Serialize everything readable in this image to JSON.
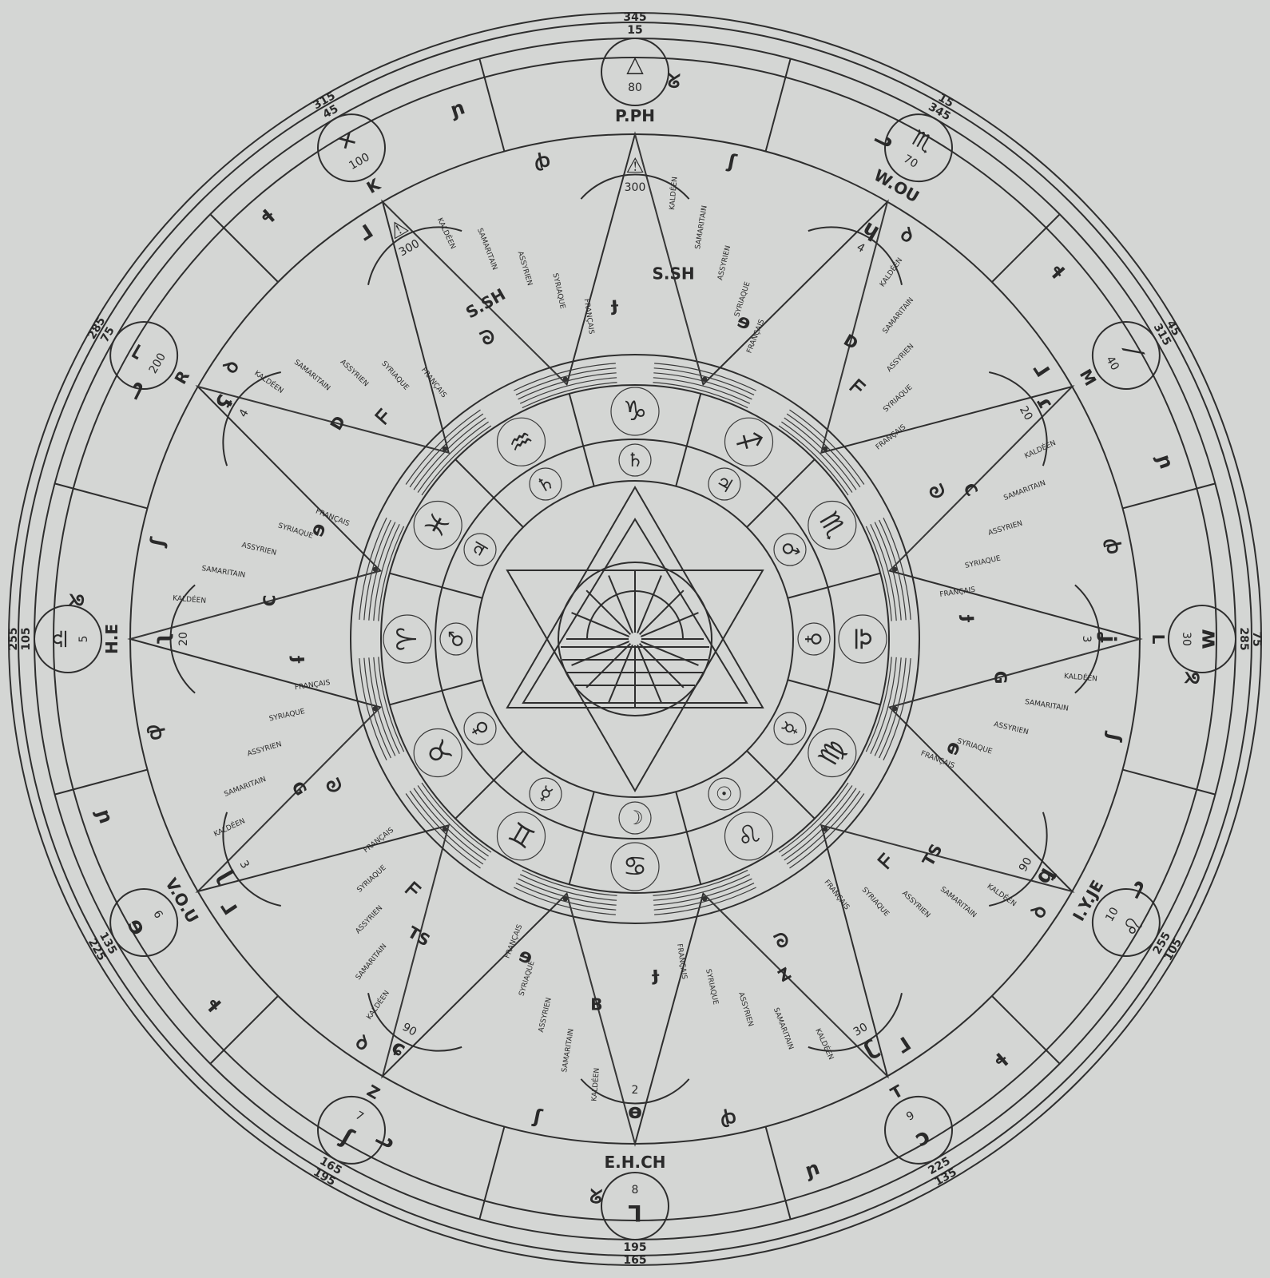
{
  "outer_degrees": [
    {
      "text": "345"
    },
    {
      "text": "15"
    },
    {
      "text": "15"
    },
    {
      "text": "345"
    },
    {
      "text": "45"
    },
    {
      "text": "315"
    },
    {
      "text": "75"
    },
    {
      "text": "285"
    },
    {
      "text": "105"
    },
    {
      "text": "255"
    },
    {
      "text": "135"
    },
    {
      "text": "225"
    },
    {
      "text": "165"
    },
    {
      "text": "195"
    },
    {
      "text": "195"
    },
    {
      "text": "165"
    },
    {
      "text": "225"
    },
    {
      "text": "135"
    },
    {
      "text": "255"
    },
    {
      "text": "105"
    },
    {
      "text": "285"
    },
    {
      "text": "75"
    },
    {
      "text": "315"
    },
    {
      "text": "45"
    }
  ],
  "medallions": [
    {
      "glyph": "△",
      "number": "80"
    },
    {
      "glyph": "♏",
      "number": "70"
    },
    {
      "glyph": "⟋",
      "number": "40"
    },
    {
      "glyph": "ʍ",
      "number": "30"
    },
    {
      "glyph": "♌",
      "number": "10"
    },
    {
      "glyph": "ɔ",
      "number": "9"
    },
    {
      "glyph": "ᒣ",
      "number": "8"
    },
    {
      "glyph": "ʃ",
      "number": "7"
    },
    {
      "glyph": "ɘ",
      "number": "6"
    },
    {
      "glyph": "♎",
      "number": "5"
    },
    {
      "glyph": "⌐",
      "number": "200"
    },
    {
      "glyph": "✕",
      "number": "100"
    }
  ],
  "outer_letters": [
    "P.PH",
    "W.OU",
    "M",
    "L",
    "I.Y.JE",
    "T",
    "E.H.CH",
    "Z",
    "V.O.U",
    "H.E",
    "R",
    "K"
  ],
  "star_points": [
    {
      "symbol": "⚠",
      "number": "300",
      "label": "S.SH"
    },
    {
      "symbol": "ɥ",
      "number": "4",
      "label": "D"
    },
    {
      "symbol": "ɾ",
      "number": "20",
      "label": "C"
    },
    {
      "symbol": "ʝ",
      "number": "3",
      "label": "G"
    },
    {
      "symbol": "ꝗ",
      "number": "90",
      "label": "TS"
    },
    {
      "symbol": "ʗ",
      "number": "30",
      "label": "Z"
    },
    {
      "symbol": "ɵ",
      "number": "2",
      "label": "B"
    },
    {
      "symbol": "ɕ",
      "number": "90",
      "label": "TS"
    },
    {
      "symbol": "ɭ",
      "number": "3",
      "label": "G"
    },
    {
      "symbol": "ʅ",
      "number": "20",
      "label": "C"
    },
    {
      "symbol": "ʢ",
      "number": "4",
      "label": "D"
    },
    {
      "symbol": "⚠",
      "number": "300",
      "label": "S.SH"
    }
  ],
  "script_names": [
    "KALDÉEN",
    "SAMARITAIN",
    "ASSYRIEN",
    "SYRIAQUE",
    "FRANÇAIS"
  ],
  "zodiac_signs": [
    "♑",
    "♐",
    "♏",
    "♎",
    "♍",
    "♌",
    "♋",
    "♊",
    "♉",
    "♈",
    "♓",
    "♒"
  ],
  "planet_signs": [
    "♄",
    "♃",
    "♂",
    "♀",
    "☿",
    "☉",
    "☽",
    "☿",
    "♀",
    "♂",
    "♃",
    "♄"
  ],
  "letter_glyphs": [
    "ᘜ",
    "ʃ",
    "ɘ",
    "ᓗ",
    "ꝺ",
    "ᖴ",
    "ɬ",
    "ᒧ",
    "ᘐ",
    "ɲ",
    "ꞗ",
    "ɟ"
  ]
}
